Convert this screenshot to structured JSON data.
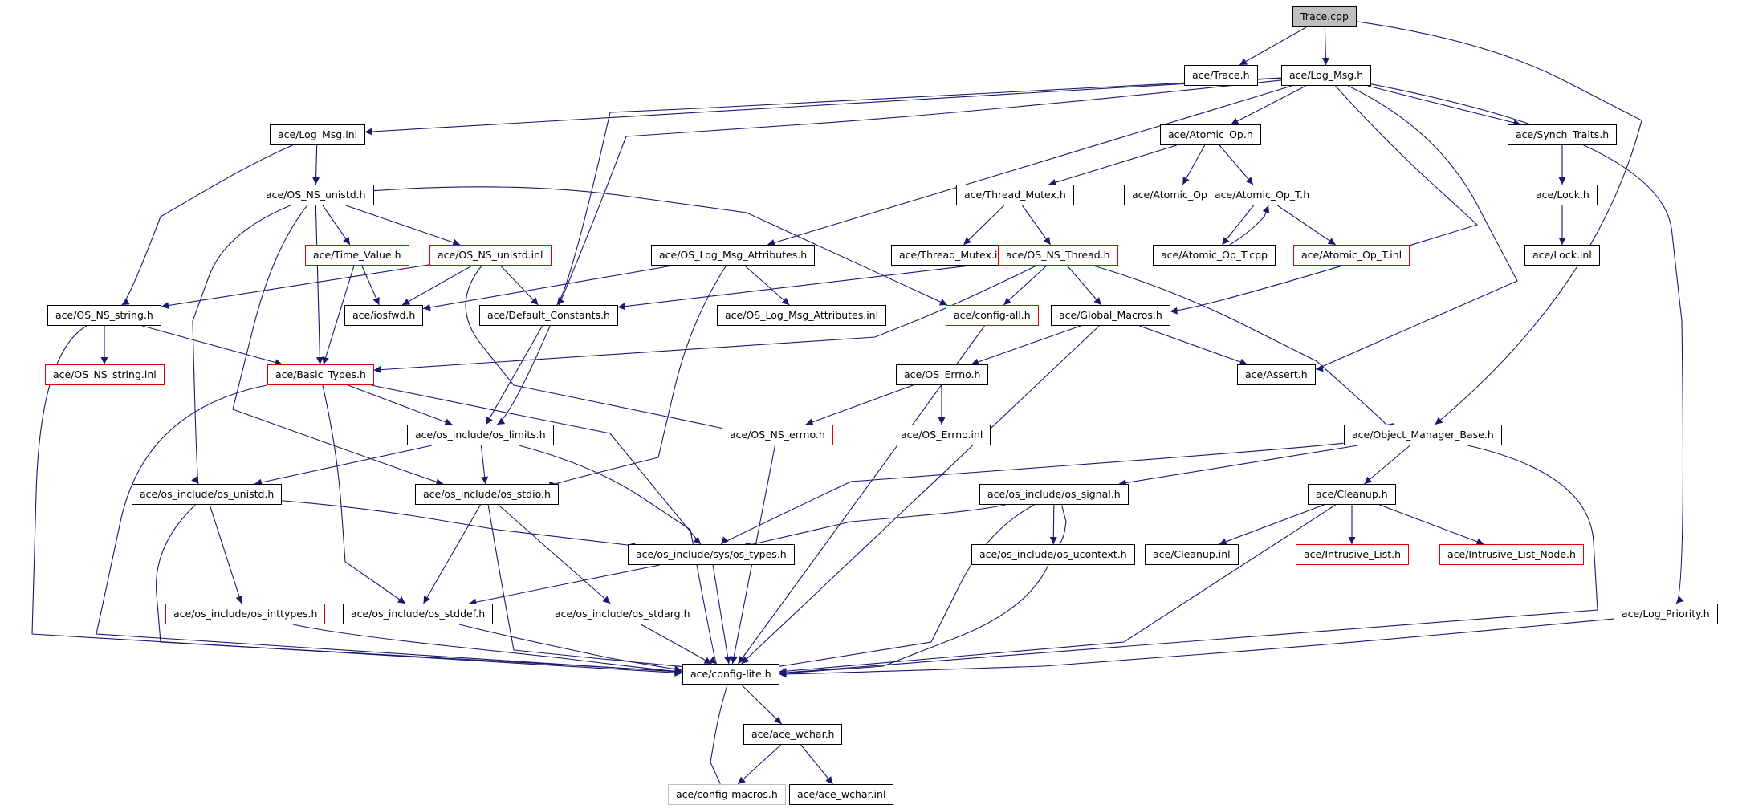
{
  "graph": {
    "nodes": [
      {
        "id": "trace_cpp",
        "label": "Trace.cpp",
        "style": "root"
      },
      {
        "id": "trace_h",
        "label": "ace/Trace.h",
        "style": "black"
      },
      {
        "id": "log_msg_h",
        "label": "ace/Log_Msg.h",
        "style": "black"
      },
      {
        "id": "log_msg_inl",
        "label": "ace/Log_Msg.inl",
        "style": "black"
      },
      {
        "id": "atomic_op_h",
        "label": "ace/Atomic_Op.h",
        "style": "black"
      },
      {
        "id": "synch_traits_h",
        "label": "ace/Synch_Traits.h",
        "style": "black"
      },
      {
        "id": "os_ns_unistd_h",
        "label": "ace/OS_NS_unistd.h",
        "style": "black"
      },
      {
        "id": "thread_mutex_h",
        "label": "ace/Thread_Mutex.h",
        "style": "black"
      },
      {
        "id": "atomic_op_inl",
        "label": "ace/Atomic_Op.inl",
        "style": "black"
      },
      {
        "id": "atomic_op_t_h",
        "label": "ace/Atomic_Op_T.h",
        "style": "black"
      },
      {
        "id": "lock_h",
        "label": "ace/Lock.h",
        "style": "black"
      },
      {
        "id": "time_value_h",
        "label": "ace/Time_Value.h",
        "style": "red"
      },
      {
        "id": "os_ns_unistd_inl",
        "label": "ace/OS_NS_unistd.inl",
        "style": "red"
      },
      {
        "id": "os_log_msg_attr_h",
        "label": "ace/OS_Log_Msg_Attributes.h",
        "style": "black"
      },
      {
        "id": "thread_mutex_inl",
        "label": "ace/Thread_Mutex.inl",
        "style": "black"
      },
      {
        "id": "os_ns_thread_h",
        "label": "ace/OS_NS_Thread.h",
        "style": "red"
      },
      {
        "id": "atomic_op_t_cpp",
        "label": "ace/Atomic_Op_T.cpp",
        "style": "black"
      },
      {
        "id": "atomic_op_t_inl",
        "label": "ace/Atomic_Op_T.inl",
        "style": "red"
      },
      {
        "id": "lock_inl",
        "label": "ace/Lock.inl",
        "style": "black"
      },
      {
        "id": "os_ns_string_h",
        "label": "ace/OS_NS_string.h",
        "style": "black"
      },
      {
        "id": "iosfwd_h",
        "label": "ace/iosfwd.h",
        "style": "black"
      },
      {
        "id": "default_constants_h",
        "label": "ace/Default_Constants.h",
        "style": "black"
      },
      {
        "id": "os_log_msg_attr_inl",
        "label": "ace/OS_Log_Msg_Attributes.inl",
        "style": "black"
      },
      {
        "id": "config_all_h",
        "label": "ace/config-all.h",
        "style": "red"
      },
      {
        "id": "global_macros_h",
        "label": "ace/Global_Macros.h",
        "style": "black"
      },
      {
        "id": "os_ns_string_inl",
        "label": "ace/OS_NS_string.inl",
        "style": "red"
      },
      {
        "id": "basic_types_h",
        "label": "ace/Basic_Types.h",
        "style": "red"
      },
      {
        "id": "os_errno_h",
        "label": "ace/OS_Errno.h",
        "style": "black"
      },
      {
        "id": "assert_h",
        "label": "ace/Assert.h",
        "style": "black"
      },
      {
        "id": "os_limits_h",
        "label": "ace/os_include/os_limits.h",
        "style": "black"
      },
      {
        "id": "os_ns_errno_h",
        "label": "ace/OS_NS_errno.h",
        "style": "red"
      },
      {
        "id": "os_errno_inl",
        "label": "ace/OS_Errno.inl",
        "style": "black"
      },
      {
        "id": "object_manager_base_h",
        "label": "ace/Object_Manager_Base.h",
        "style": "black"
      },
      {
        "id": "os_unistd_h",
        "label": "ace/os_include/os_unistd.h",
        "style": "black"
      },
      {
        "id": "os_stdio_h",
        "label": "ace/os_include/os_stdio.h",
        "style": "black"
      },
      {
        "id": "os_signal_h",
        "label": "ace/os_include/os_signal.h",
        "style": "black"
      },
      {
        "id": "cleanup_h",
        "label": "ace/Cleanup.h",
        "style": "black"
      },
      {
        "id": "sys_types_h",
        "label": "ace/os_include/sys/os_types.h",
        "style": "black"
      },
      {
        "id": "os_ucontext_h",
        "label": "ace/os_include/os_ucontext.h",
        "style": "black"
      },
      {
        "id": "cleanup_inl",
        "label": "ace/Cleanup.inl",
        "style": "black"
      },
      {
        "id": "intrusive_list_h",
        "label": "ace/Intrusive_List.h",
        "style": "red"
      },
      {
        "id": "intrusive_list_node_h",
        "label": "ace/Intrusive_List_Node.h",
        "style": "red"
      },
      {
        "id": "os_inttypes_h",
        "label": "ace/os_include/os_inttypes.h",
        "style": "red"
      },
      {
        "id": "os_stddef_h",
        "label": "ace/os_include/os_stddef.h",
        "style": "black"
      },
      {
        "id": "os_stdarg_h",
        "label": "ace/os_include/os_stdarg.h",
        "style": "black"
      },
      {
        "id": "log_priority_h",
        "label": "ace/Log_Priority.h",
        "style": "black"
      },
      {
        "id": "config_lite_h",
        "label": "ace/config-lite.h",
        "style": "black"
      },
      {
        "id": "ace_wchar_h",
        "label": "ace/ace_wchar.h",
        "style": "black"
      },
      {
        "id": "config_macros_h",
        "label": "ace/config-macros.h",
        "style": "grey"
      },
      {
        "id": "ace_wchar_inl",
        "label": "ace/ace_wchar.inl",
        "style": "black"
      }
    ],
    "edges": [
      [
        "trace_cpp",
        "trace_h"
      ],
      [
        "trace_cpp",
        "log_msg_h"
      ],
      [
        "trace_cpp",
        "object_manager_base_h"
      ],
      [
        "log_msg_h",
        "log_msg_inl"
      ],
      [
        "log_msg_h",
        "atomic_op_h"
      ],
      [
        "log_msg_h",
        "synch_traits_h"
      ],
      [
        "log_msg_h",
        "default_constants_h"
      ],
      [
        "log_msg_h",
        "os_log_msg_attr_h"
      ],
      [
        "log_msg_h",
        "os_limits_h"
      ],
      [
        "log_msg_h",
        "global_macros_h"
      ],
      [
        "log_msg_h",
        "assert_h"
      ],
      [
        "log_msg_h",
        "log_priority_h"
      ],
      [
        "log_msg_inl",
        "os_ns_unistd_h"
      ],
      [
        "log_msg_inl",
        "os_ns_string_h"
      ],
      [
        "atomic_op_h",
        "thread_mutex_h"
      ],
      [
        "atomic_op_h",
        "atomic_op_inl"
      ],
      [
        "atomic_op_h",
        "atomic_op_t_h"
      ],
      [
        "synch_traits_h",
        "lock_h"
      ],
      [
        "lock_h",
        "lock_inl"
      ],
      [
        "thread_mutex_h",
        "thread_mutex_inl"
      ],
      [
        "thread_mutex_h",
        "os_ns_thread_h"
      ],
      [
        "atomic_op_t_h",
        "atomic_op_t_cpp"
      ],
      [
        "atomic_op_t_cpp",
        "atomic_op_t_h"
      ],
      [
        "atomic_op_t_h",
        "atomic_op_t_inl"
      ],
      [
        "os_ns_unistd_h",
        "time_value_h"
      ],
      [
        "os_ns_unistd_h",
        "os_ns_unistd_inl"
      ],
      [
        "os_ns_unistd_h",
        "basic_types_h"
      ],
      [
        "os_ns_unistd_h",
        "os_unistd_h"
      ],
      [
        "os_ns_unistd_h",
        "os_stdio_h"
      ],
      [
        "os_ns_unistd_h",
        "config_all_h"
      ],
      [
        "time_value_h",
        "iosfwd_h"
      ],
      [
        "time_value_h",
        "basic_types_h"
      ],
      [
        "os_ns_unistd_inl",
        "os_ns_string_h"
      ],
      [
        "os_ns_unistd_inl",
        "iosfwd_h"
      ],
      [
        "os_ns_unistd_inl",
        "default_constants_h"
      ],
      [
        "os_ns_unistd_inl",
        "os_ns_errno_h"
      ],
      [
        "os_log_msg_attr_h",
        "iosfwd_h"
      ],
      [
        "os_log_msg_attr_h",
        "os_log_msg_attr_inl"
      ],
      [
        "os_log_msg_attr_h",
        "os_stdio_h"
      ],
      [
        "os_ns_thread_h",
        "default_constants_h"
      ],
      [
        "os_ns_thread_h",
        "config_all_h"
      ],
      [
        "os_ns_thread_h",
        "global_macros_h"
      ],
      [
        "os_ns_thread_h",
        "object_manager_base_h"
      ],
      [
        "os_ns_thread_h",
        "basic_types_h"
      ],
      [
        "os_ns_string_h",
        "os_ns_string_inl"
      ],
      [
        "os_ns_string_h",
        "basic_types_h"
      ],
      [
        "os_ns_string_h",
        "config_lite_h"
      ],
      [
        "default_constants_h",
        "os_limits_h"
      ],
      [
        "global_macros_h",
        "os_errno_h"
      ],
      [
        "global_macros_h",
        "assert_h"
      ],
      [
        "global_macros_h",
        "config_lite_h"
      ],
      [
        "os_errno_h",
        "os_ns_errno_h"
      ],
      [
        "os_errno_h",
        "os_errno_inl"
      ],
      [
        "basic_types_h",
        "os_limits_h"
      ],
      [
        "basic_types_h",
        "sys_types_h"
      ],
      [
        "basic_types_h",
        "os_stddef_h"
      ],
      [
        "basic_types_h",
        "config_lite_h"
      ],
      [
        "config_all_h",
        "config_lite_h"
      ],
      [
        "os_limits_h",
        "os_unistd_h"
      ],
      [
        "os_limits_h",
        "os_stdio_h"
      ],
      [
        "os_limits_h",
        "config_lite_h"
      ],
      [
        "os_ns_errno_h",
        "config_lite_h"
      ],
      [
        "object_manager_base_h",
        "os_signal_h"
      ],
      [
        "object_manager_base_h",
        "cleanup_h"
      ],
      [
        "object_manager_base_h",
        "sys_types_h"
      ],
      [
        "object_manager_base_h",
        "config_lite_h"
      ],
      [
        "os_unistd_h",
        "sys_types_h"
      ],
      [
        "os_unistd_h",
        "os_inttypes_h"
      ],
      [
        "os_unistd_h",
        "config_lite_h"
      ],
      [
        "os_stdio_h",
        "os_stddef_h"
      ],
      [
        "os_stdio_h",
        "os_stdarg_h"
      ],
      [
        "os_stdio_h",
        "config_lite_h"
      ],
      [
        "os_signal_h",
        "sys_types_h"
      ],
      [
        "os_signal_h",
        "os_ucontext_h"
      ],
      [
        "os_ucontext_h",
        "os_signal_h"
      ],
      [
        "os_signal_h",
        "config_lite_h"
      ],
      [
        "cleanup_h",
        "cleanup_inl"
      ],
      [
        "cleanup_h",
        "intrusive_list_h"
      ],
      [
        "cleanup_h",
        "intrusive_list_node_h"
      ],
      [
        "cleanup_h",
        "config_lite_h"
      ],
      [
        "sys_types_h",
        "os_stddef_h"
      ],
      [
        "sys_types_h",
        "config_lite_h"
      ],
      [
        "os_ucontext_h",
        "config_lite_h"
      ],
      [
        "os_inttypes_h",
        "config_lite_h"
      ],
      [
        "os_stddef_h",
        "config_lite_h"
      ],
      [
        "os_stdarg_h",
        "config_lite_h"
      ],
      [
        "log_priority_h",
        "config_lite_h"
      ],
      [
        "config_lite_h",
        "ace_wchar_h"
      ],
      [
        "config_lite_h",
        "config_macros_h"
      ],
      [
        "ace_wchar_h",
        "config_macros_h"
      ],
      [
        "ace_wchar_h",
        "ace_wchar_inl"
      ]
    ]
  },
  "colors": {
    "edge": "#191970",
    "node_border": "#000000",
    "highlight_border": "#e00000",
    "external_border": "#bdbdbd",
    "root_fill": "#bfbfbf"
  }
}
